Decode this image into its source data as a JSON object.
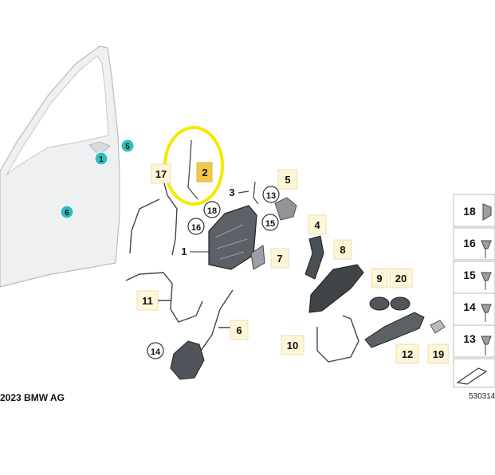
{
  "copyright": "2023 BMW AG",
  "diagram_id": "530314",
  "callouts": {
    "door_1": "1",
    "door_5": "5",
    "door_6": "6",
    "part_17": "17",
    "part_2": "2",
    "part_3": "3",
    "part_13a": "13",
    "part_5": "5",
    "part_18a": "18",
    "part_16a": "16",
    "part_15a": "15",
    "part_1": "1",
    "part_7": "7",
    "part_4": "4",
    "part_8": "8",
    "part_9": "9",
    "part_20": "20",
    "part_11": "11",
    "part_6": "6",
    "part_14a": "14",
    "part_10": "10",
    "part_12": "12",
    "part_19": "19"
  },
  "legend": [
    "18",
    "16",
    "15",
    "14",
    "13"
  ],
  "colors": {
    "highlight_ring": "#f5e900",
    "teal_marker": "#2bbfc0",
    "callout_box": "#fff6d8",
    "callout_box_selected": "#f2c84b"
  }
}
